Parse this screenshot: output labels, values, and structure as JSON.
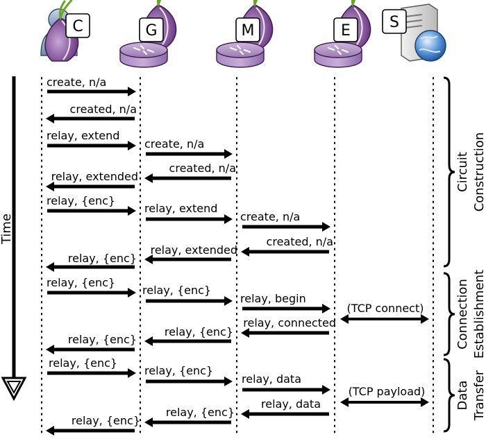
{
  "nodes": [
    {
      "id": "C",
      "label": "C",
      "kind": "user"
    },
    {
      "id": "G",
      "label": "G",
      "kind": "router"
    },
    {
      "id": "M",
      "label": "M",
      "kind": "router"
    },
    {
      "id": "E",
      "label": "E",
      "kind": "router"
    },
    {
      "id": "S",
      "label": "S",
      "kind": "server"
    }
  ],
  "time_label": "Time",
  "phases": [
    {
      "name": "circuit-construction",
      "lines": [
        "Circuit",
        "Construction"
      ]
    },
    {
      "name": "connection-establishment",
      "lines": [
        "Connection",
        "Establishment"
      ]
    },
    {
      "name": "data-transfer",
      "lines": [
        "Data",
        "Transfer"
      ]
    }
  ],
  "messages": [
    {
      "label": "create, n/a",
      "from": "C",
      "to": "G"
    },
    {
      "label": "created, n/a",
      "from": "G",
      "to": "C"
    },
    {
      "label": "relay, extend",
      "from": "C",
      "to": "G"
    },
    {
      "label": "create, n/a",
      "from": "G",
      "to": "M"
    },
    {
      "label": "created, n/a",
      "from": "M",
      "to": "G"
    },
    {
      "label": "relay, extended",
      "from": "G",
      "to": "C"
    },
    {
      "label": "relay, {enc}",
      "from": "C",
      "to": "G"
    },
    {
      "label": "relay, extend",
      "from": "G",
      "to": "M"
    },
    {
      "label": "create, n/a",
      "from": "M",
      "to": "E"
    },
    {
      "label": "created, n/a",
      "from": "E",
      "to": "M"
    },
    {
      "label": "relay, extended",
      "from": "M",
      "to": "G"
    },
    {
      "label": "relay, {enc}",
      "from": "G",
      "to": "C"
    },
    {
      "label": "relay, {enc}",
      "from": "C",
      "to": "G"
    },
    {
      "label": "relay, {enc}",
      "from": "G",
      "to": "M"
    },
    {
      "label": "relay, begin",
      "from": "M",
      "to": "E"
    },
    {
      "label": "(TCP connect)",
      "from": "E",
      "to": "S",
      "bidirectional": true
    },
    {
      "label": "relay, connected",
      "from": "E",
      "to": "M"
    },
    {
      "label": "relay, {enc}",
      "from": "M",
      "to": "G"
    },
    {
      "label": "relay, {enc}",
      "from": "G",
      "to": "C"
    },
    {
      "label": "relay, {enc}",
      "from": "C",
      "to": "G"
    },
    {
      "label": "relay, {enc}",
      "from": "G",
      "to": "M"
    },
    {
      "label": "relay, data",
      "from": "M",
      "to": "E"
    },
    {
      "label": "(TCP payload)",
      "from": "E",
      "to": "S",
      "bidirectional": true
    },
    {
      "label": "relay, data",
      "from": "E",
      "to": "M"
    },
    {
      "label": "relay, {enc}",
      "from": "M",
      "to": "G"
    },
    {
      "label": "relay, {enc}",
      "from": "G",
      "to": "C"
    }
  ]
}
